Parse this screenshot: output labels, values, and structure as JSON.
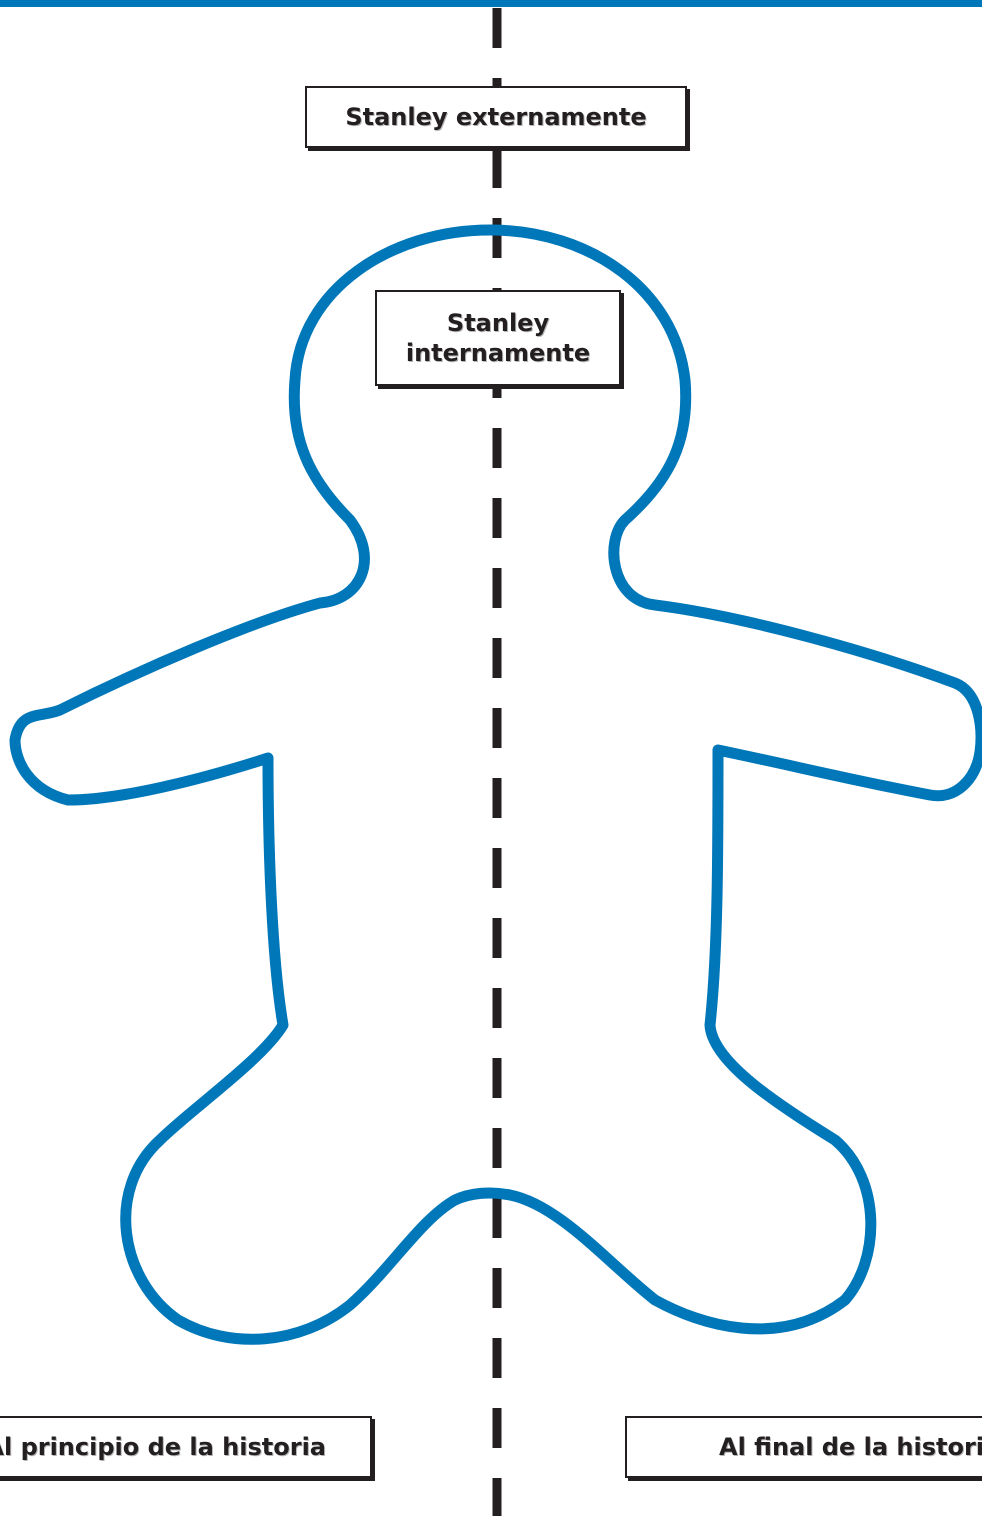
{
  "labels": {
    "externally": "Stanley externamente",
    "internally": "Stanley internamente",
    "story_start": "Al principio de la historia",
    "story_end": "Al final de la historia"
  },
  "colors": {
    "outline": "#0077b8",
    "divider": "#231f20",
    "text": "#231f20"
  }
}
